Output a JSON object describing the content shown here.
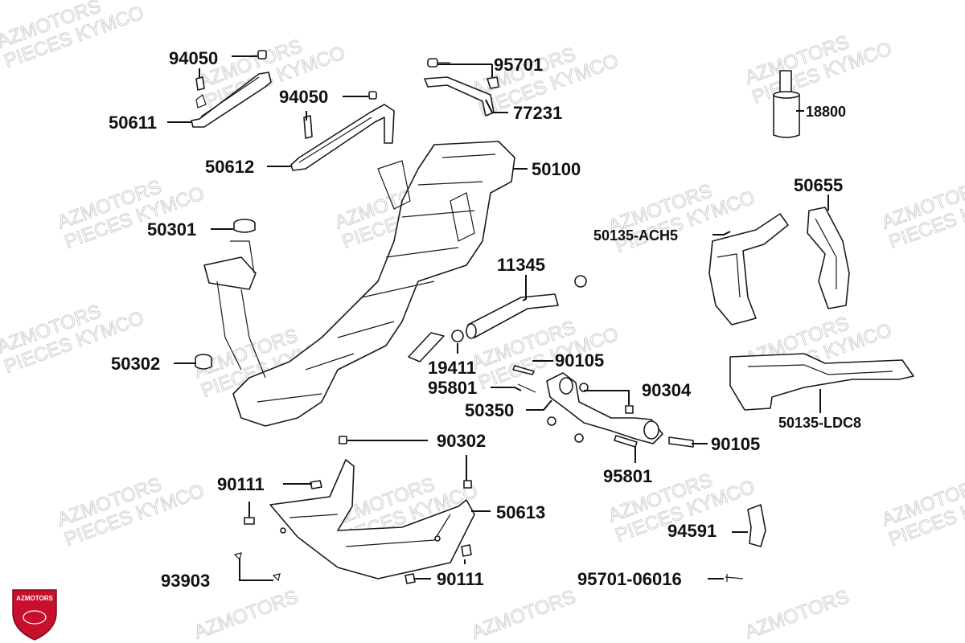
{
  "watermark": {
    "line1": "AZMOTORS",
    "line2": "PIECES KYMCO"
  },
  "logo": {
    "text": "AZMOTORS",
    "color": "#c8102e"
  },
  "parts": {
    "p94050a": "94050",
    "p94050b": "94050",
    "p50611": "50611",
    "p50612": "50612",
    "p95701": "95701",
    "p77231": "77231",
    "p18800": "18800",
    "p50100": "50100",
    "p50655": "50655",
    "p50301": "50301",
    "p50135ach5": "50135-ACH5",
    "p11345": "11345",
    "p50302": "50302",
    "p19411": "19411",
    "p90105a": "90105",
    "p95801a": "95801",
    "p90304": "90304",
    "p50350": "50350",
    "p50135ldc8": "50135-LDC8",
    "p90302": "90302",
    "p90105b": "90105",
    "p90111a": "90111",
    "p95801b": "95801",
    "p50613": "50613",
    "p94591": "94591",
    "p93903": "93903",
    "p90111b": "90111",
    "p9570106016": "95701-06016"
  }
}
